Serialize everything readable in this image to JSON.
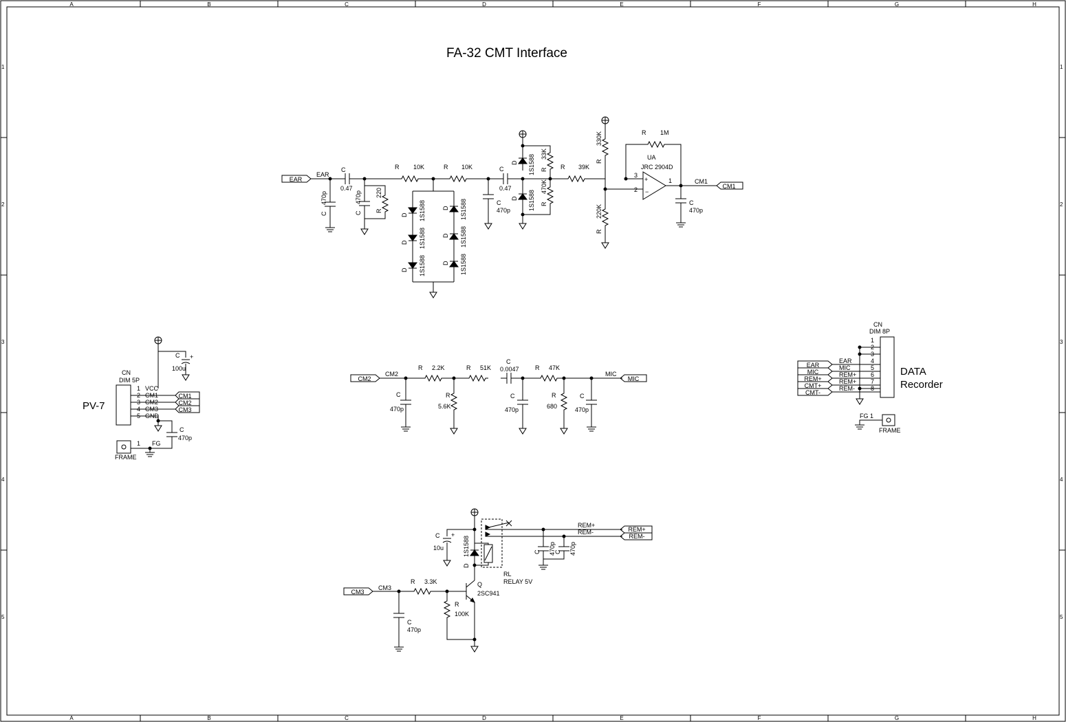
{
  "title": "FA-32 CMT Interface",
  "frame": {
    "columns": [
      "A",
      "B",
      "C",
      "D",
      "E",
      "F",
      "G",
      "H"
    ],
    "rows": [
      "1",
      "2",
      "3",
      "4",
      "5"
    ]
  },
  "earInput": {
    "port": "EAR",
    "net": "EAR",
    "cIn": {
      "ref": "C",
      "value": "0.47"
    },
    "cInShunt": {
      "ref": "C",
      "value": "470p"
    },
    "cShunt2": {
      "ref": "C",
      "value": "470p"
    },
    "rShunt": {
      "ref": "R",
      "value": "220"
    },
    "r1": {
      "ref": "R",
      "value": "10K"
    },
    "r2": {
      "ref": "R",
      "value": "10K"
    },
    "diodes": {
      "ref": "D",
      "part": "1S1588"
    },
    "cMid": {
      "ref": "C",
      "value": "470p"
    },
    "c2": {
      "ref": "C",
      "value": "0.47"
    },
    "dClampTop": {
      "ref": "D",
      "part": "1S1588"
    },
    "dClampBot": {
      "ref": "D",
      "part": "1S1588"
    },
    "rBiasTop": {
      "ref": "R",
      "value": "33K"
    },
    "rBiasBot": {
      "ref": "R",
      "value": "470K"
    },
    "r3": {
      "ref": "R",
      "value": "39K"
    },
    "rRefTop": {
      "ref": "R",
      "value": "330K"
    },
    "rRefBot": {
      "ref": "R",
      "value": "220K"
    },
    "rFb": {
      "ref": "R",
      "value": "1M"
    },
    "opamp": {
      "ref": "UA",
      "part": "JRC 2904D",
      "pinPlus": "3",
      "pinMinus": "2",
      "pinOut": "1"
    },
    "cOut": {
      "ref": "C",
      "value": "470p"
    },
    "outNet": "CM1",
    "outPort": "CM1"
  },
  "pv7": {
    "name": "PV-7",
    "connRef": "CN",
    "connPart": "DIM 5P",
    "pins": [
      {
        "num": "1",
        "name": "VCC"
      },
      {
        "num": "2",
        "name": "CM1"
      },
      {
        "num": "3",
        "name": "CM2"
      },
      {
        "num": "4",
        "name": "CM3"
      },
      {
        "num": "5",
        "name": "GND"
      }
    ],
    "ports": [
      "CM1",
      "CM2",
      "CM3"
    ],
    "cap": {
      "ref": "C",
      "value": "100u"
    },
    "cap2": {
      "ref": "C",
      "value": "470p"
    },
    "fgPin": "1",
    "fgNet": "FG",
    "frame": "FRAME"
  },
  "micPath": {
    "inPort": "CM2",
    "inNet": "CM2",
    "c1": {
      "ref": "C",
      "value": "470p"
    },
    "r1": {
      "ref": "R",
      "value": "2.2K"
    },
    "r2": {
      "ref": "R",
      "value": "5.6K"
    },
    "r3": {
      "ref": "R",
      "value": "51K"
    },
    "c2": {
      "ref": "C",
      "value": "0.0047"
    },
    "c3": {
      "ref": "C",
      "value": "470p"
    },
    "r4": {
      "ref": "R",
      "value": "47K"
    },
    "r5": {
      "ref": "R",
      "value": "680"
    },
    "c4": {
      "ref": "C",
      "value": "470p"
    },
    "outNet": "MIC",
    "outPort": "MIC"
  },
  "recorder": {
    "connRef": "CN",
    "connPart": "DIM 8P",
    "pins": [
      "1",
      "2",
      "3",
      "4",
      "5",
      "6",
      "7",
      "8"
    ],
    "signals": [
      {
        "port": "EAR",
        "net": "EAR"
      },
      {
        "port": "MIC",
        "net": "MIC"
      },
      {
        "port": "REM+",
        "net": "REM+"
      },
      {
        "port": "CMT+",
        "net": "REM+"
      },
      {
        "port": "CMT-",
        "net": "REM-"
      }
    ],
    "nameLine1": "DATA",
    "nameLine2": "Recorder",
    "fgNet": "FG 1",
    "frame": "FRAME"
  },
  "remote": {
    "inPort": "CM3",
    "inNet": "CM3",
    "r1": {
      "ref": "R",
      "value": "3.3K"
    },
    "c1": {
      "ref": "C",
      "value": "470p"
    },
    "r2": {
      "ref": "R",
      "value": "100K"
    },
    "q": {
      "ref": "Q",
      "part": "2SC941"
    },
    "c2": {
      "ref": "C",
      "value": "10u"
    },
    "d": {
      "ref": "D",
      "part": "1S1588"
    },
    "relay": {
      "ref": "RL",
      "part": "RELAY 5V"
    },
    "c3": {
      "ref": "C",
      "value": "470p"
    },
    "c4": {
      "ref": "C",
      "value": "470p"
    },
    "netPlus": "REM+",
    "netMinus": "REM-",
    "portPlus": "REM+",
    "portMinus": "REM-"
  }
}
